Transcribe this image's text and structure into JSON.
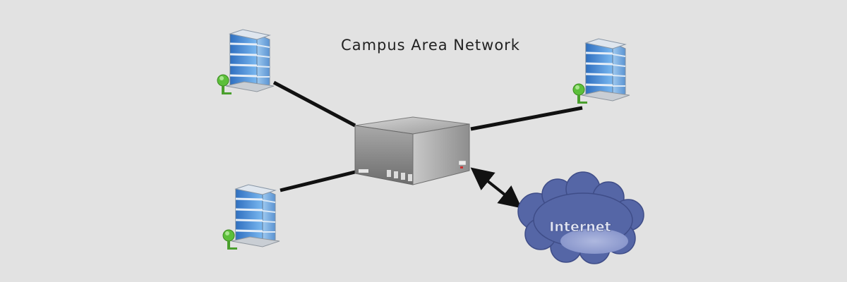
{
  "diagram": {
    "title": "Campus Area Network",
    "nodes": {
      "building_top_left": {
        "type": "building",
        "icon": "office-building-icon"
      },
      "building_top_right": {
        "type": "building",
        "icon": "office-building-icon"
      },
      "building_bottom_left": {
        "type": "building",
        "icon": "office-building-icon"
      },
      "hub": {
        "type": "network-switch",
        "icon": "server-box-icon"
      },
      "internet": {
        "type": "cloud",
        "label": "Internet",
        "icon": "cloud-icon"
      }
    },
    "connections": [
      {
        "from": "building_top_left",
        "to": "hub",
        "style": "line"
      },
      {
        "from": "building_top_right",
        "to": "hub",
        "style": "line"
      },
      {
        "from": "building_bottom_left",
        "to": "hub",
        "style": "line"
      },
      {
        "from": "hub",
        "to": "internet",
        "style": "double-arrow"
      }
    ],
    "colors": {
      "background": "#e2e2e2",
      "link": "#111111",
      "cloud": "#5566a6",
      "building_glass": "#4b8fd6",
      "node_green": "#5cbf3a"
    }
  }
}
